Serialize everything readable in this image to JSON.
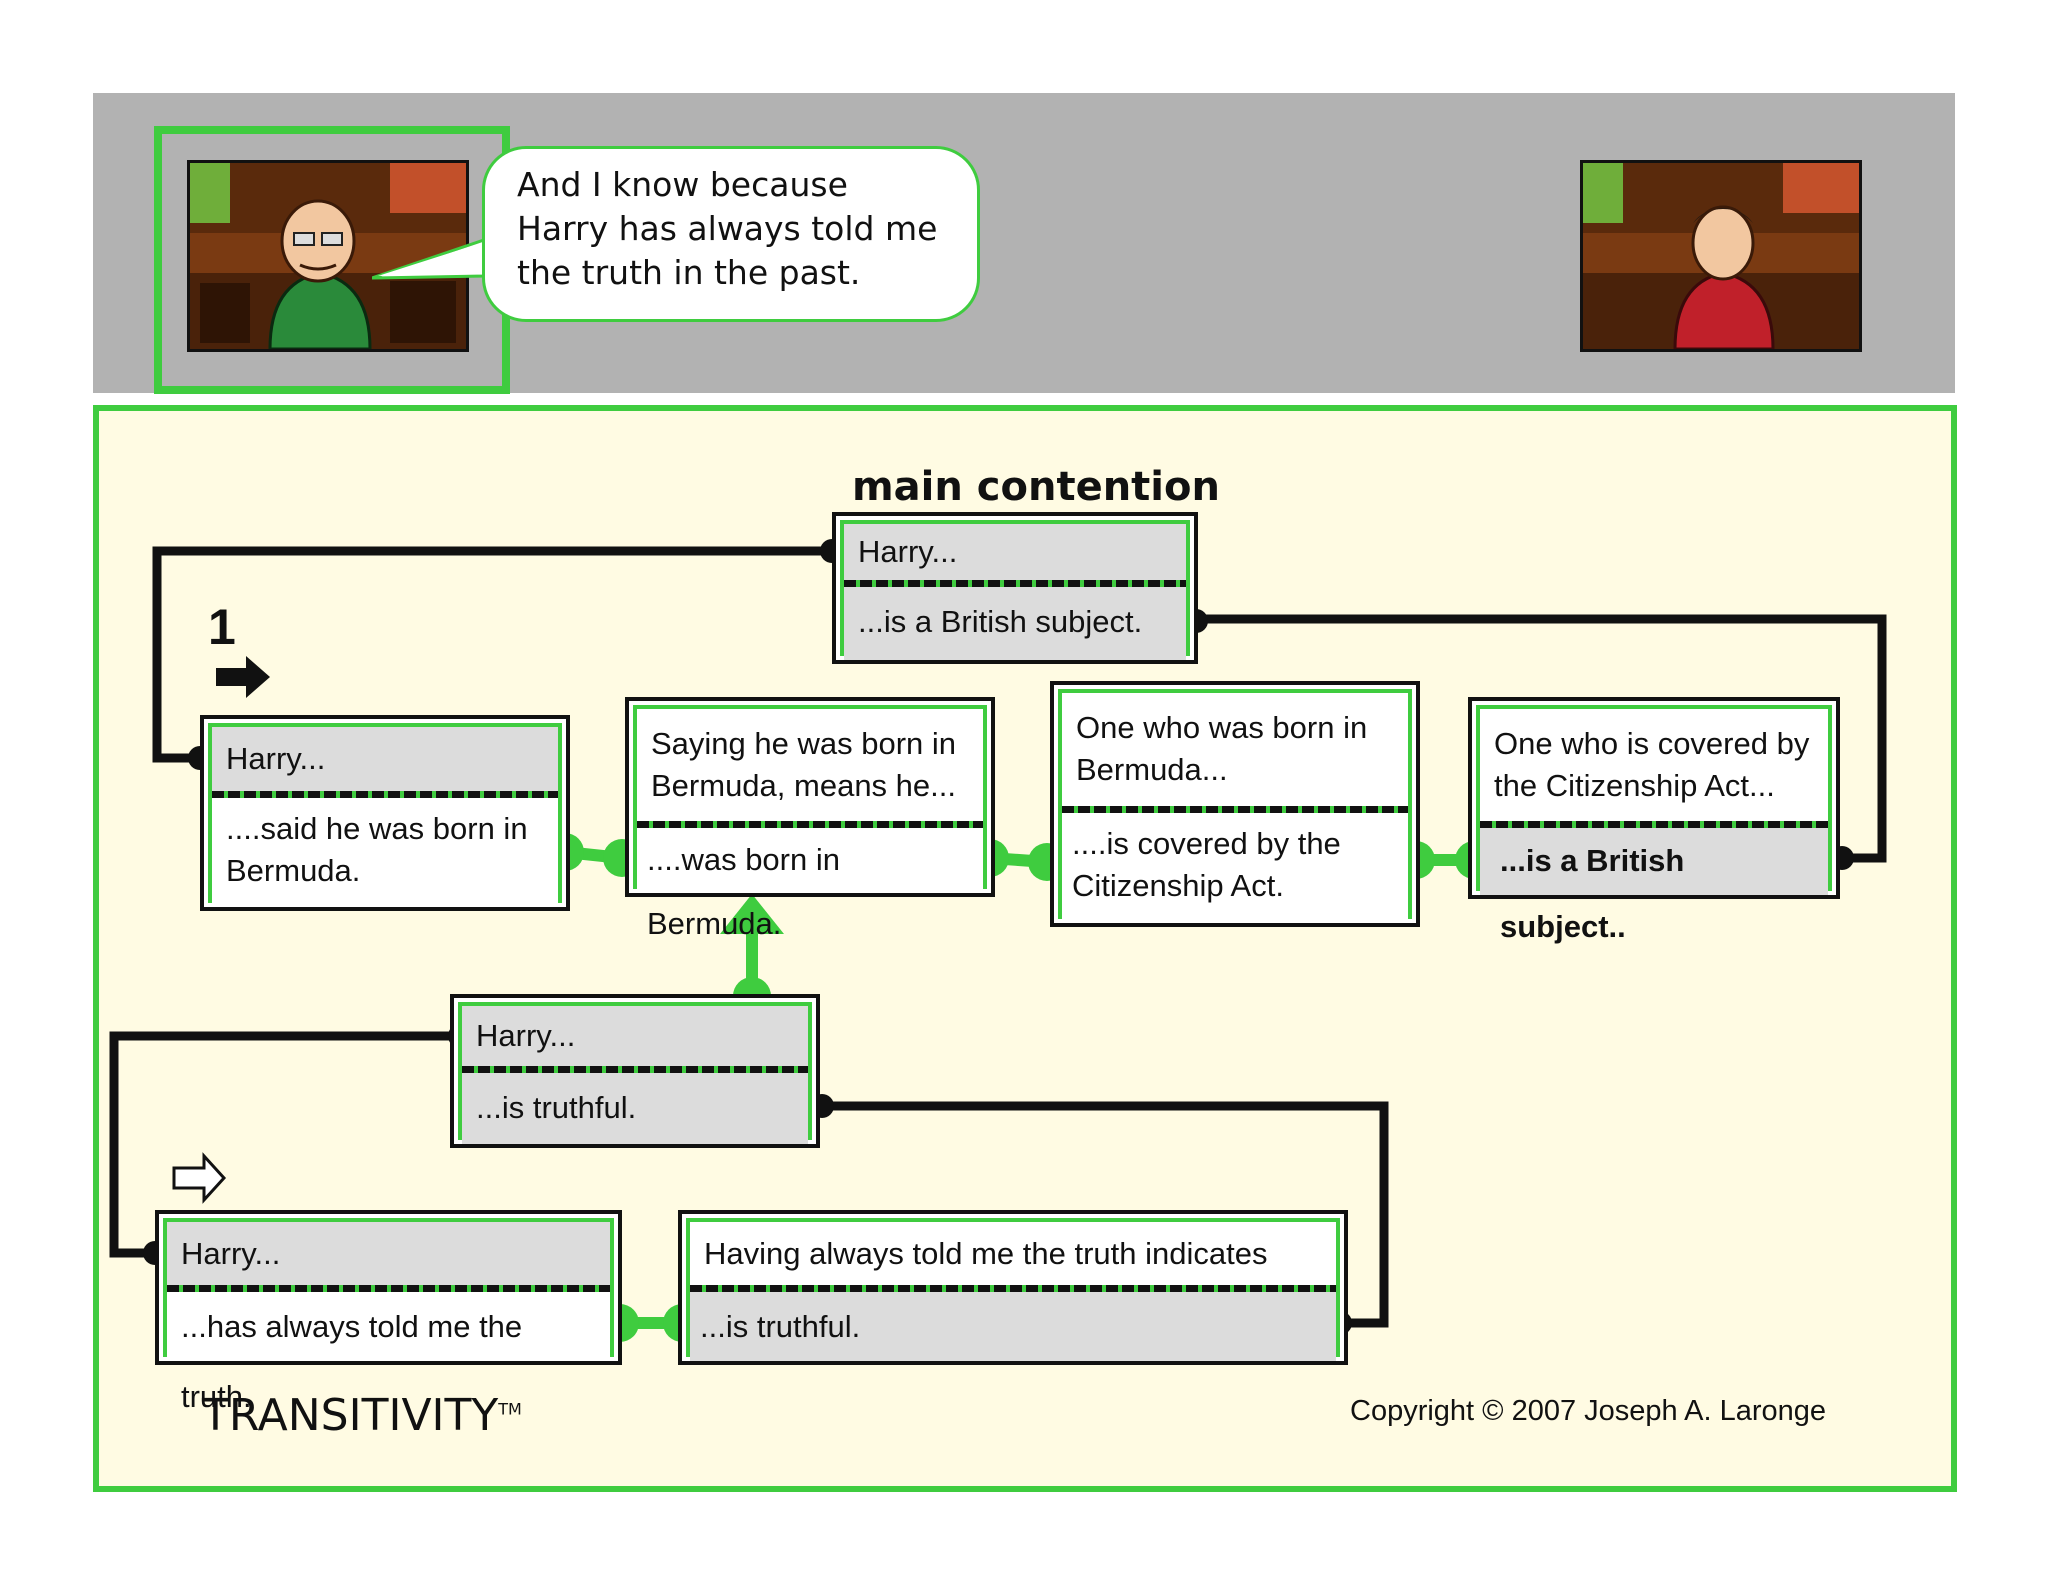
{
  "speech_bubble": {
    "text": "And I know because\nHarry has always told me\nthe truth in the past."
  },
  "diagram": {
    "main_contention_label": "main contention",
    "step_number": "1",
    "claims": [
      {
        "id": "main",
        "top": "Harry...",
        "bottom": "...is a British subject."
      },
      {
        "id": "c1",
        "top": "Harry...",
        "bottom": "....said he was born in Bermuda."
      },
      {
        "id": "c2",
        "top": "Saying he was born in Bermuda, means he...",
        "bottom": "....was born in Bermuda."
      },
      {
        "id": "c3",
        "top": "One who was born in Bermuda...",
        "bottom": "....is covered by the Citizenship Act."
      },
      {
        "id": "c4",
        "top": "One who is covered by the Citizenship Act...",
        "bottom": "...is a British subject.."
      },
      {
        "id": "c5",
        "top": "Harry...",
        "bottom": "...is truthful."
      },
      {
        "id": "c6",
        "top": "Harry...",
        "bottom": "...has always told me the truth."
      },
      {
        "id": "c7",
        "top": "Having always told me the truth indicates he...",
        "bottom": "...is truthful."
      }
    ]
  },
  "footer": {
    "brand": "TRANSITIVITY",
    "trademark": "TM",
    "copyright": "Copyright © 2007 Joseph A. Laronge"
  },
  "colors": {
    "accent": "#3fcc3f",
    "panel": "#fffbe3",
    "header": "#b2b2b2",
    "box_grey": "#dcdcdc"
  }
}
